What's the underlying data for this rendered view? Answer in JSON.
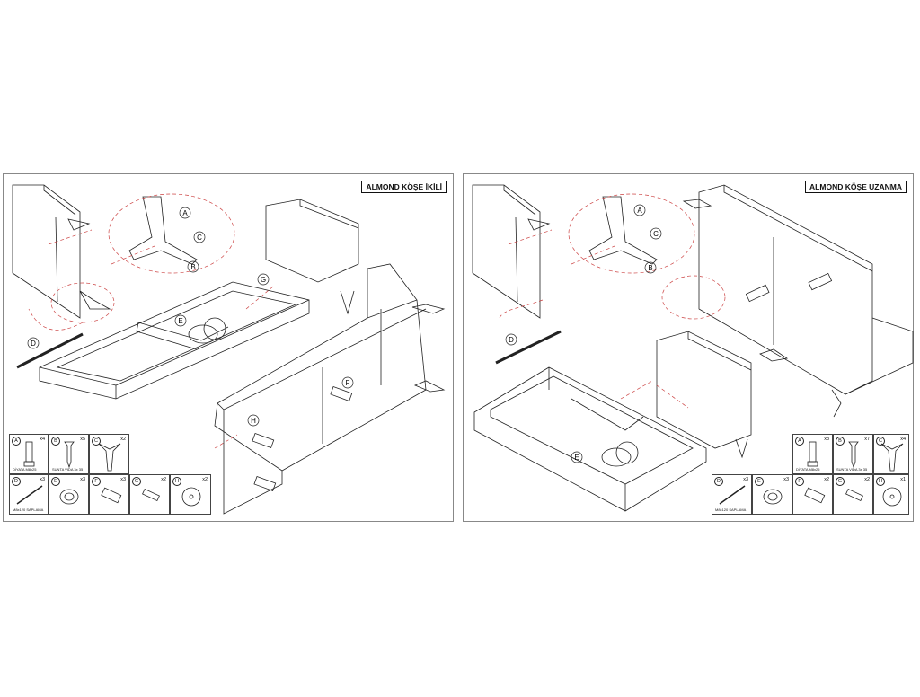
{
  "panels": [
    {
      "title": "ALMOND KÖŞE İKİLİ",
      "callouts": [
        "A",
        "B",
        "C",
        "D",
        "E",
        "F",
        "G",
        "H"
      ],
      "legend": [
        {
          "letter": "A",
          "qty": "x4",
          "desc": "DİYATA M8x25"
        },
        {
          "letter": "B",
          "qty": "x5",
          "desc": "SUNTA VIDA 3x 35"
        },
        {
          "letter": "C",
          "qty": "x2",
          "desc": ""
        },
        {
          "letter": "D",
          "qty": "x3",
          "desc": "M8x120 SAPLAMA"
        },
        {
          "letter": "E",
          "qty": "x3",
          "desc": ""
        },
        {
          "letter": "F",
          "qty": "x3",
          "desc": ""
        },
        {
          "letter": "G",
          "qty": "x2",
          "desc": ""
        },
        {
          "letter": "H",
          "qty": "x2",
          "desc": ""
        }
      ]
    },
    {
      "title": "ALMOND KÖŞE UZANMA",
      "callouts": [
        "A",
        "B",
        "C",
        "D",
        "E"
      ],
      "legend": [
        {
          "letter": "A",
          "qty": "x8",
          "desc": "DİYATA M8x25"
        },
        {
          "letter": "B",
          "qty": "x7",
          "desc": "SUNTA VIDA 3x 35"
        },
        {
          "letter": "C",
          "qty": "x4",
          "desc": ""
        },
        {
          "letter": "D",
          "qty": "x3",
          "desc": "M8x120 SAPLAMA"
        },
        {
          "letter": "E",
          "qty": "x3",
          "desc": ""
        },
        {
          "letter": "F",
          "qty": "x2",
          "desc": ""
        },
        {
          "letter": "G",
          "qty": "x2",
          "desc": ""
        },
        {
          "letter": "H",
          "qty": "x1",
          "desc": ""
        }
      ]
    }
  ]
}
